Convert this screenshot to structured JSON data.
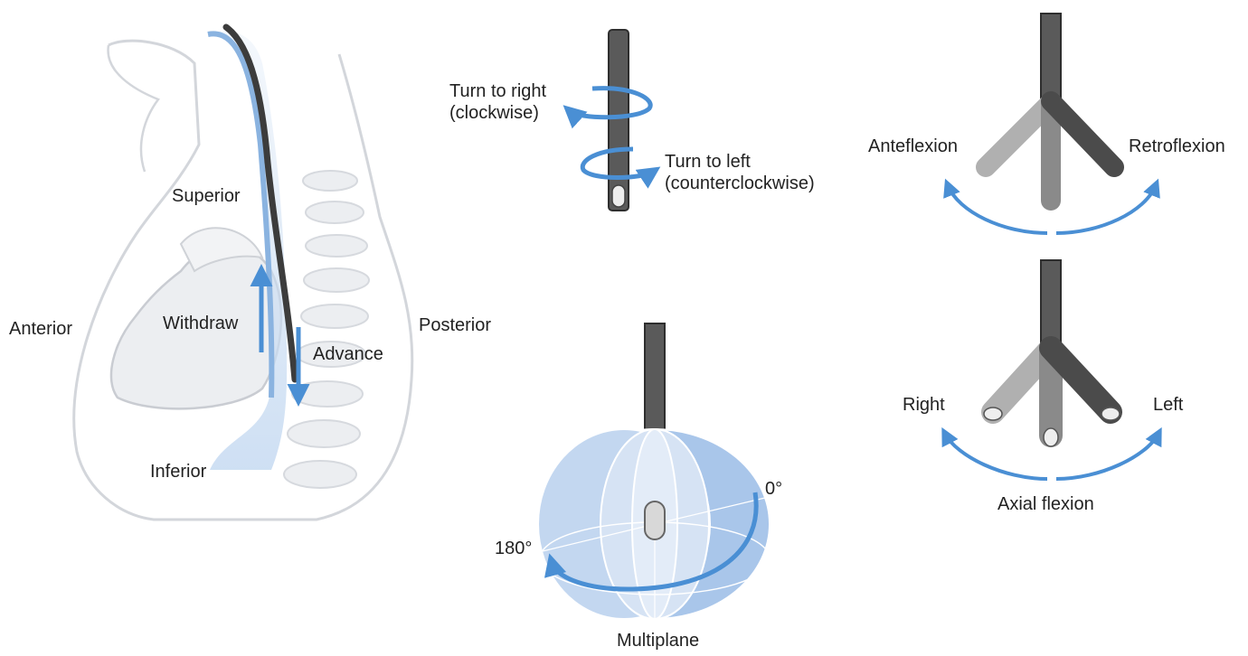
{
  "torso": {
    "superior": "Superior",
    "inferior": "Inferior",
    "anterior": "Anterior",
    "posterior": "Posterior",
    "withdraw": "Withdraw",
    "advance": "Advance"
  },
  "rotation": {
    "turn_right_line1": "Turn to right",
    "turn_right_line2": "(clockwise)",
    "turn_left_line1": "Turn to left",
    "turn_left_line2": "(counterclockwise)"
  },
  "flexion_top": {
    "anteflexion": "Anteflexion",
    "retroflexion": "Retroflexion"
  },
  "flexion_bottom": {
    "right": "Right",
    "left": "Left",
    "axial": "Axial flexion"
  },
  "multiplane": {
    "zero": "0°",
    "one_eighty": "180°",
    "title": "Multiplane"
  },
  "colors": {
    "accent_blue": "#4a8fd4",
    "probe_dark": "#3c3c3c",
    "probe_mid": "#8a8a8a",
    "probe_light": "#b4b4b4",
    "anatomy_gray": "#d9dce0"
  }
}
